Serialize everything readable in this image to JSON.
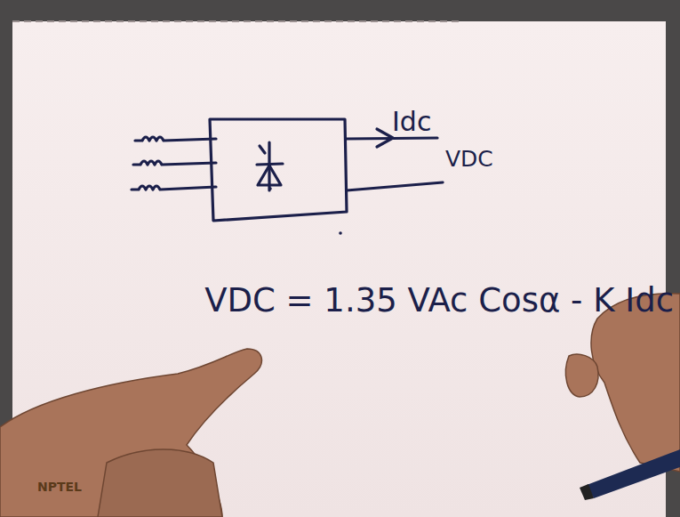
{
  "diagram": {
    "labels": [
      "Idc",
      "VDC",
      "VDC = 1.35 VAc Cosα - K Idc",
      "NPTEL"
    ]
  }
}
